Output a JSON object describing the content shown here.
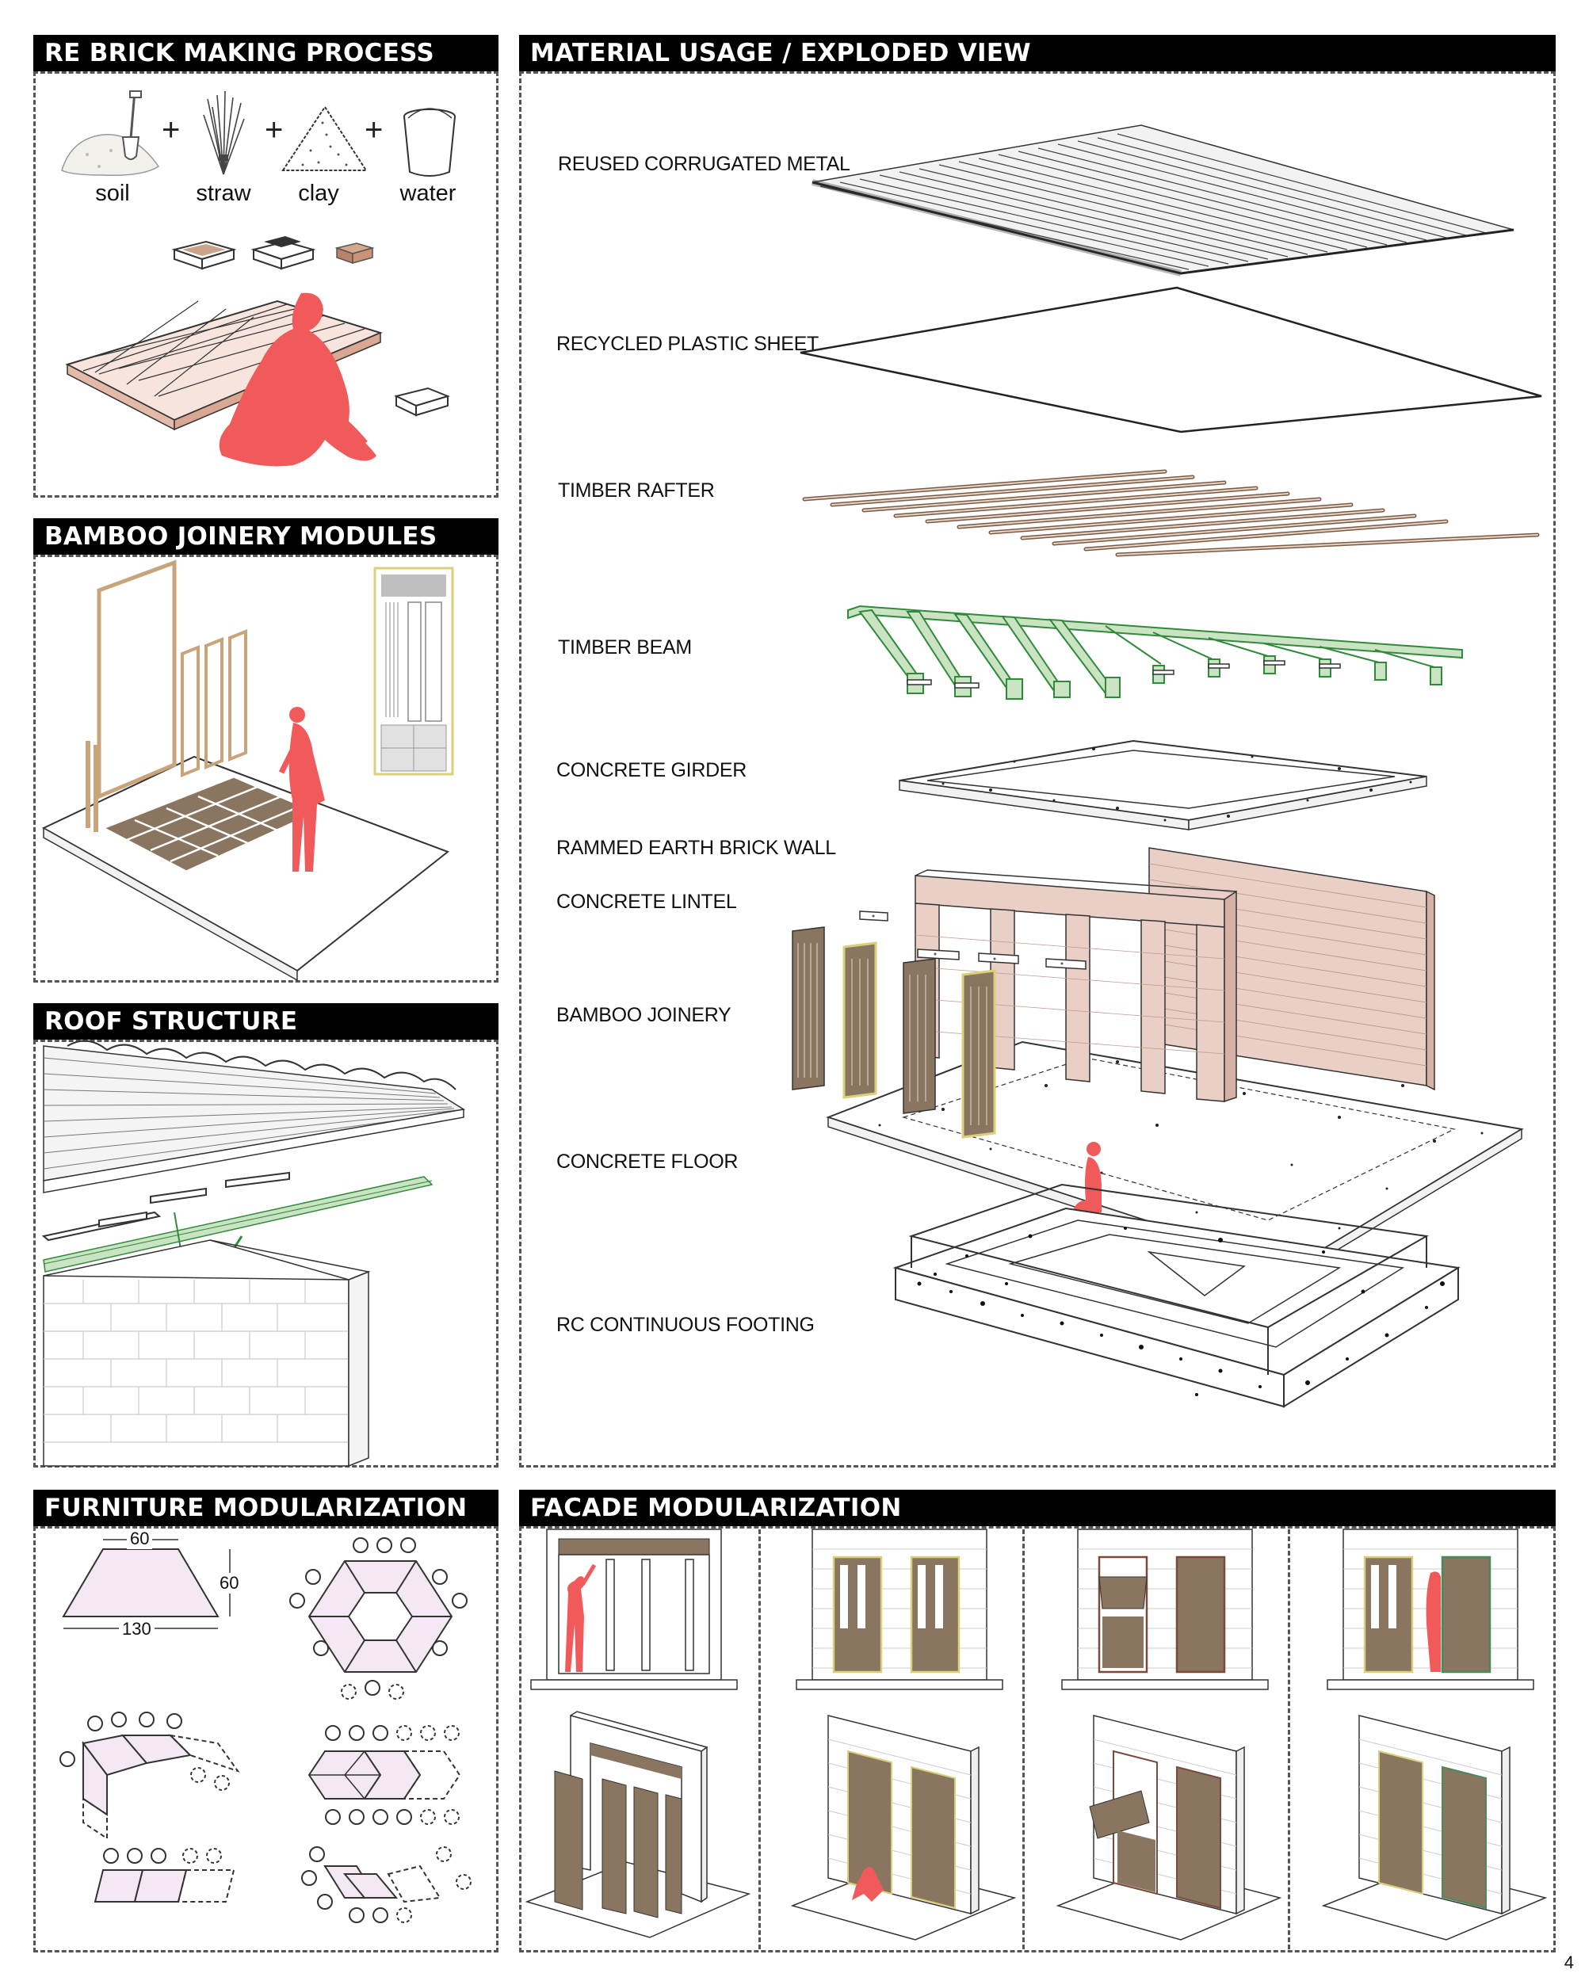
{
  "panels": {
    "brick": {
      "title": "RE BRICK MAKING PROCESS",
      "ingredients": [
        {
          "label": "soil",
          "icon": "soil-shovel-icon"
        },
        {
          "label": "straw",
          "icon": "straw-icon"
        },
        {
          "label": "clay",
          "icon": "clay-pile-icon"
        },
        {
          "label": "water",
          "icon": "water-bucket-icon"
        }
      ],
      "plus": "+"
    },
    "bamboo": {
      "title": "BAMBOO JOINERY MODULES"
    },
    "roof": {
      "title": "ROOF STRUCTURE"
    },
    "furniture": {
      "title": "FURNITURE MODULARIZATION",
      "dims": {
        "top": "60",
        "height": "60",
        "bottom": "130"
      }
    },
    "material": {
      "title": "MATERIAL USAGE / EXPLODED VIEW",
      "layers": [
        "REUSED CORRUGATED METAL",
        "RECYCLED PLASTIC SHEET",
        "TIMBER RAFTER",
        "TIMBER BEAM",
        "CONCRETE GIRDER",
        "RAMMED EARTH BRICK WALL",
        "CONCRETE LINTEL",
        "BAMBOO JOINERY",
        "CONCRETE FLOOR",
        "RC CONTINUOUS FOOTING"
      ]
    },
    "facade": {
      "title": "FACADE MODULARIZATION"
    }
  },
  "page_number": "4",
  "colors": {
    "accent_red": "#f05a5b",
    "brick": "#e9cfc6",
    "bamboo": "#8a7560",
    "timber_green": "#c9e3c3",
    "furniture_fill": "#f3e8f3",
    "bamboo_frame": "#d9d07a"
  }
}
